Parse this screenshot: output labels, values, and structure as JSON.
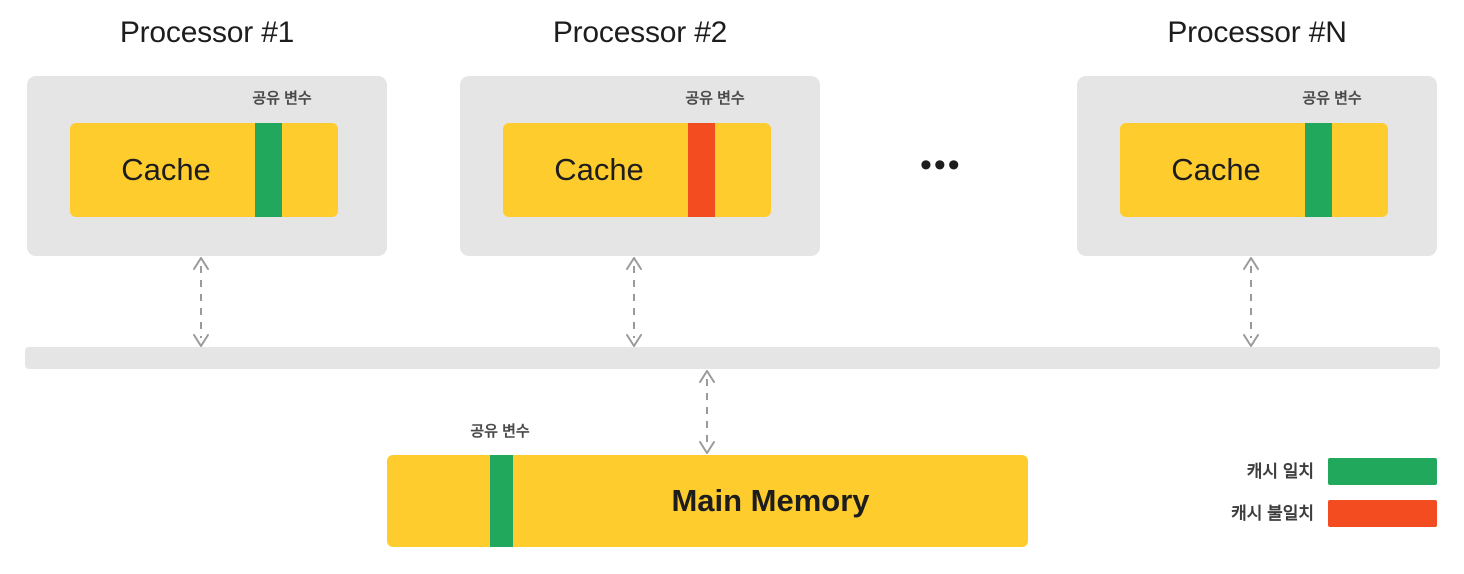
{
  "diagram": {
    "title_ellipsis": "•••",
    "shared_var_caption": "공유 변수",
    "cache_label": "Cache",
    "main_memory_label": "Main Memory"
  },
  "colors": {
    "cache_yellow": "#ffcc2e",
    "box_gray": "#e5e5e5",
    "coherent_green": "#22a85c",
    "incoherent_red": "#f24c20",
    "arrow_gray": "#9a9a9a",
    "text_dark": "#1d1d1d"
  },
  "processors": [
    {
      "id": "processor-1",
      "title": "Processor #1",
      "cache_label": "Cache",
      "var_caption": "공유 변수",
      "var_state": "coherent",
      "var_color": "#22a85c"
    },
    {
      "id": "processor-2",
      "title": "Processor #2",
      "cache_label": "Cache",
      "var_caption": "공유 변수",
      "var_state": "incoherent",
      "var_color": "#f24c20"
    },
    {
      "id": "processor-n",
      "title": "Processor #N",
      "cache_label": "Cache",
      "var_caption": "공유 변수",
      "var_state": "coherent",
      "var_color": "#22a85c"
    }
  ],
  "bus": {
    "name": "system-bus"
  },
  "main_memory": {
    "label": "Main Memory",
    "var_caption": "공유 변수",
    "var_state": "coherent",
    "var_color": "#22a85c"
  },
  "legend": {
    "items": [
      {
        "label": "캐시 일치",
        "color": "#22a85c"
      },
      {
        "label": "캐시 불일치",
        "color": "#f24c20"
      }
    ]
  }
}
